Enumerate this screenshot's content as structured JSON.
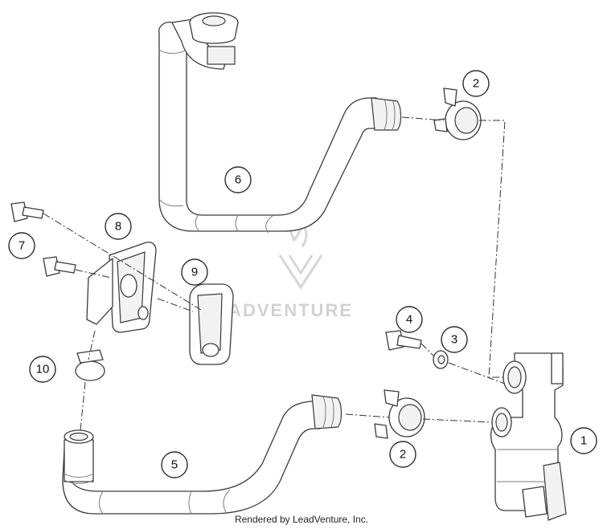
{
  "watermark": {
    "text": "LEADVENTURE"
  },
  "credit": "Rendered by LeadVenture, Inc.",
  "callouts": [
    {
      "id": "c1",
      "label": "1"
    },
    {
      "id": "c2a",
      "label": "2"
    },
    {
      "id": "c2b",
      "label": "2"
    },
    {
      "id": "c3",
      "label": "3"
    },
    {
      "id": "c4",
      "label": "4"
    },
    {
      "id": "c5",
      "label": "5"
    },
    {
      "id": "c6",
      "label": "6"
    },
    {
      "id": "c7",
      "label": "7"
    },
    {
      "id": "c8",
      "label": "8"
    },
    {
      "id": "c9",
      "label": "9"
    },
    {
      "id": "c10",
      "label": "10"
    }
  ]
}
